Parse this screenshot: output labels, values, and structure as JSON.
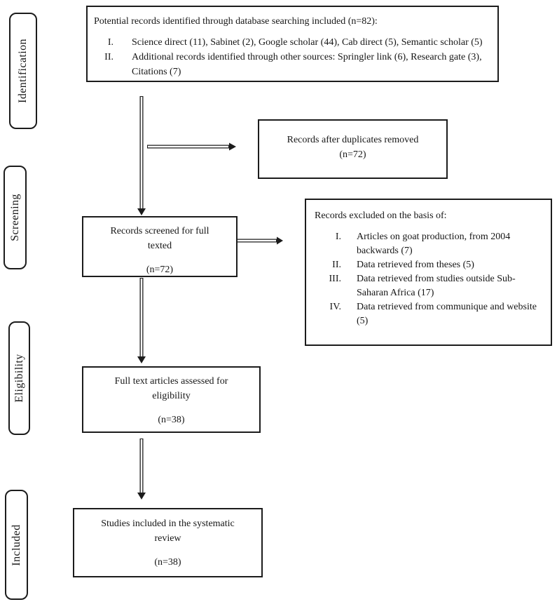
{
  "figure": {
    "title_hint": "PRISMA flow diagram",
    "background_color": "#ffffff",
    "line_color": "#1c1c1c"
  },
  "sidebar": {
    "stages": [
      {
        "label": "Identification"
      },
      {
        "label": "Screening"
      },
      {
        "label": "Eligibility"
      },
      {
        "label": "Included"
      }
    ]
  },
  "flow": {
    "identified": {
      "intro": "Potential records identified through database searching included (n=82):",
      "items": [
        {
          "numeral": "I.",
          "text": "Science direct (11), Sabinet (2), Google scholar (44), Cab direct (5), Semantic scholar (5)"
        },
        {
          "numeral": "II.",
          "text": "Additional records identified through other sources: Springler link (6), Research gate (3), Citations (7)"
        }
      ]
    },
    "duplicates_removed": {
      "title": "Records after duplicates removed",
      "count": "(n=72)"
    },
    "screened": {
      "title": "Records screened for full texted",
      "count": "(n=72)"
    },
    "excluded": {
      "intro": "Records excluded on the basis of:",
      "items": [
        {
          "numeral": "I.",
          "text": "Articles on goat production, from 2004 backwards (7)"
        },
        {
          "numeral": "II.",
          "text": "Data retrieved from theses (5)"
        },
        {
          "numeral": "III.",
          "text": "Data retrieved from studies outside Sub-Saharan Africa (17)"
        },
        {
          "numeral": "IV.",
          "text": "Data retrieved from communique and website (5)"
        }
      ]
    },
    "eligibility": {
      "title": "Full text articles assessed for eligibility",
      "count": "(n=38)"
    },
    "included": {
      "title": "Studies included in the systematic review",
      "count": "(n=38)"
    }
  }
}
